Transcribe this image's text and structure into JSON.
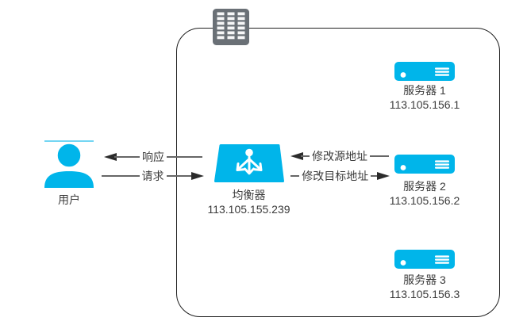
{
  "diagram": {
    "user": {
      "label": "用户",
      "icon": "user-icon"
    },
    "balancer": {
      "label": "均衡器",
      "ip": "113.105.155.239",
      "icon": "load-balancer-icon"
    },
    "servers": [
      {
        "label": "服务器 1",
        "ip": "113.105.156.1",
        "icon": "server-icon"
      },
      {
        "label": "服务器 2",
        "ip": "113.105.156.2",
        "icon": "server-icon"
      },
      {
        "label": "服务器 3",
        "ip": "113.105.156.3",
        "icon": "server-icon"
      }
    ],
    "arrows": {
      "response": {
        "label": "响应",
        "direction": "left",
        "from": "均衡器",
        "to": "用户"
      },
      "request": {
        "label": "请求",
        "direction": "right",
        "from": "用户",
        "to": "均衡器"
      },
      "modify_source": {
        "label": "修改源地址",
        "direction": "left",
        "from": "服务器 2",
        "to": "均衡器"
      },
      "modify_target": {
        "label": "修改目标地址",
        "direction": "right",
        "from": "均衡器",
        "to": "服务器 2"
      }
    },
    "colors": {
      "accent_cyan": "#00b5ea",
      "arrow_line": "#666666",
      "arrowhead": "#2b2b2b",
      "boundary_border": "#1f1f1f",
      "building_gray": "#6a7076",
      "text": "#3b3b3b"
    }
  }
}
